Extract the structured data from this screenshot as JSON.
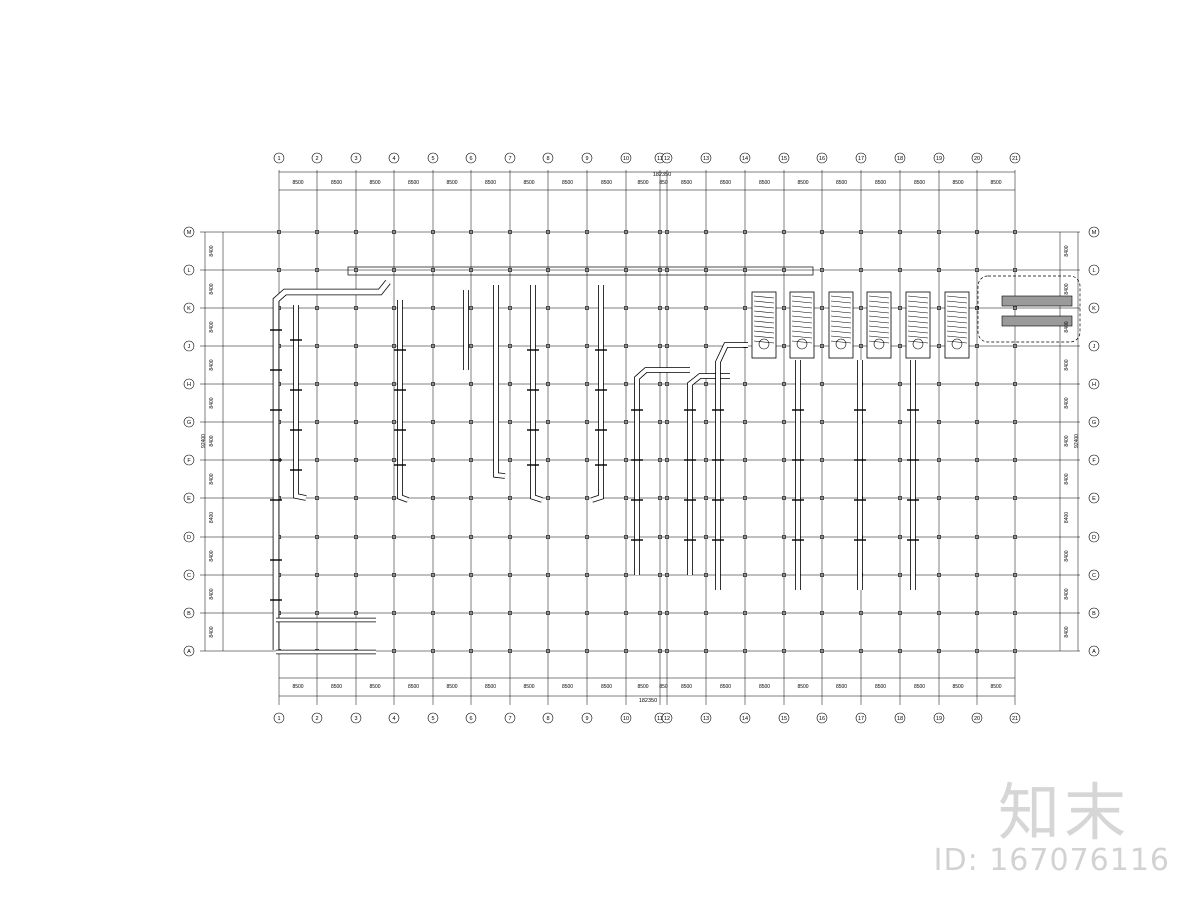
{
  "drawing": {
    "top_total_dimension": "182350",
    "bottom_total_dimension": "182350",
    "left_total_dimension": "92400",
    "right_total_dimension": "92400",
    "column_axes": [
      "1",
      "2",
      "3",
      "4",
      "5",
      "6",
      "7",
      "8",
      "9",
      "10",
      "11",
      "12",
      "13",
      "14",
      "15",
      "16",
      "17",
      "18",
      "19",
      "20",
      "21"
    ],
    "row_axes": [
      "A",
      "B",
      "C",
      "D",
      "E",
      "F",
      "G",
      "H",
      "J",
      "K",
      "L",
      "M"
    ],
    "column_spacings": [
      "8500",
      "8500",
      "8500",
      "8500",
      "8500",
      "8500",
      "8500",
      "8500",
      "8500",
      "8500",
      "850",
      "8500",
      "8500",
      "8500",
      "8500",
      "8500",
      "8500",
      "8500",
      "8500",
      "8500"
    ],
    "row_spacings": [
      "8400",
      "8400",
      "8400",
      "8400",
      "8400",
      "8400",
      "8400",
      "8400",
      "8400",
      "8400",
      "8400"
    ],
    "line_color": "#000000",
    "background_color": "#ffffff"
  },
  "watermark": {
    "logo": "知末",
    "id_text": "ID: 167076116",
    "color": "#d4d4d4"
  }
}
